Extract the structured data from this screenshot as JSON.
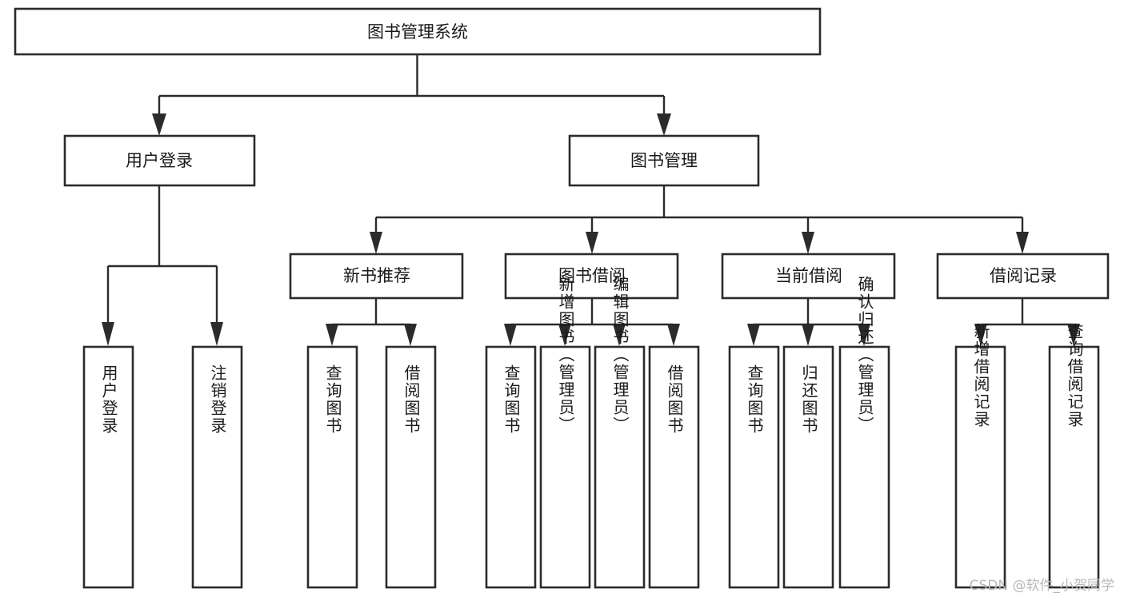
{
  "diagram": {
    "title": "图书管理系统",
    "type": "hierarchy-tree",
    "watermark": "CSDN @软件_小贺同学",
    "root": {
      "label": "图书管理系统",
      "orientation": "horizontal"
    },
    "level2": [
      {
        "label": "用户登录",
        "orientation": "horizontal"
      },
      {
        "label": "图书管理",
        "orientation": "horizontal"
      }
    ],
    "level3": [
      {
        "label": "新书推荐",
        "orientation": "horizontal"
      },
      {
        "label": "图书借阅",
        "orientation": "horizontal"
      },
      {
        "label": "当前借阅",
        "orientation": "horizontal"
      },
      {
        "label": "借阅记录",
        "orientation": "horizontal"
      }
    ],
    "leaves": {
      "user_login": [
        {
          "label": "用户登录",
          "orientation": "vertical"
        },
        {
          "label": "注销登录",
          "orientation": "vertical"
        }
      ],
      "new_book_recommend": [
        {
          "label": "查询图书",
          "orientation": "vertical"
        },
        {
          "label": "借阅图书",
          "orientation": "vertical"
        }
      ],
      "book_borrow": [
        {
          "label": "查询图书",
          "orientation": "vertical"
        },
        {
          "label": "新增图书（管理员）",
          "orientation": "vertical"
        },
        {
          "label": "编辑图书（管理员）",
          "orientation": "vertical"
        },
        {
          "label": "借阅图书",
          "orientation": "vertical"
        }
      ],
      "current_borrow": [
        {
          "label": "查询图书",
          "orientation": "vertical"
        },
        {
          "label": "归还图书",
          "orientation": "vertical"
        },
        {
          "label": "确认归还（管理员）",
          "orientation": "vertical"
        }
      ],
      "borrow_record": [
        {
          "label": "新增借阅记录",
          "orientation": "vertical"
        },
        {
          "label": "查询借阅记录",
          "orientation": "vertical"
        }
      ]
    },
    "colors": {
      "box_stroke": "#2b2b2b",
      "box_fill": "#ffffff",
      "connector": "#2b2b2b",
      "text": "#1a1a1a",
      "watermark": "#b8b8b8",
      "background": "#ffffff"
    }
  }
}
